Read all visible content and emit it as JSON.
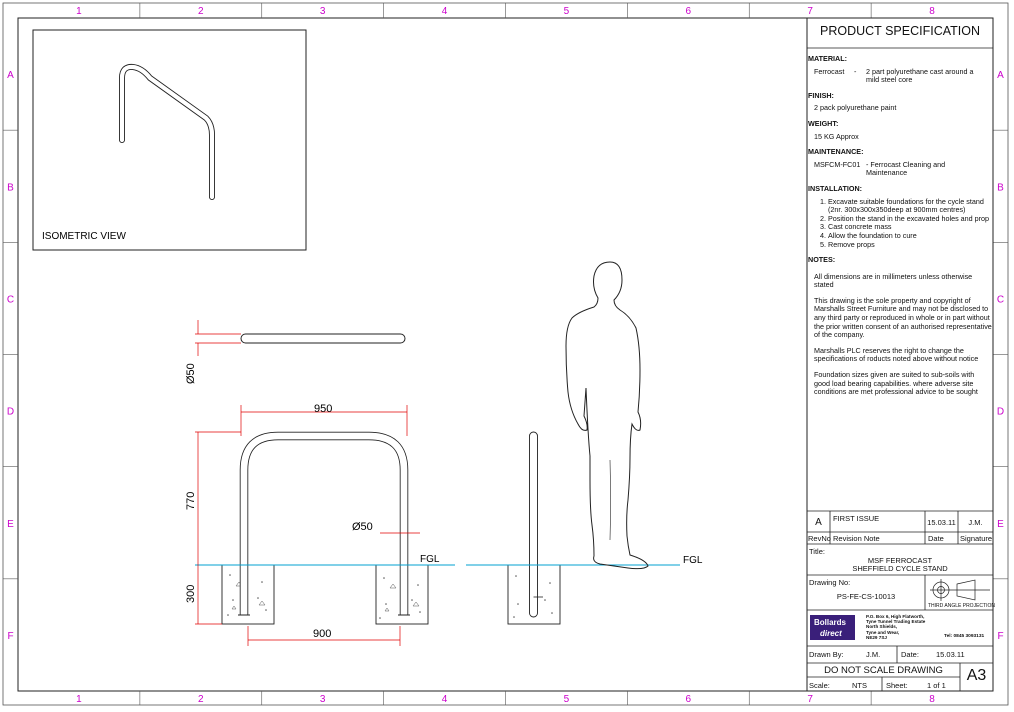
{
  "grid": {
    "columns": [
      "1",
      "2",
      "3",
      "4",
      "5",
      "6",
      "7",
      "8"
    ],
    "rows": [
      "A",
      "B",
      "C",
      "D",
      "E",
      "F"
    ],
    "color": "#cc00cc"
  },
  "spec": {
    "title": "PRODUCT SPECIFICATION",
    "material_heading": "MATERIAL:",
    "material_name": "Ferrocast",
    "material_dash": "-",
    "material_desc": "2 part polyurethane cast around a mild steel core",
    "finish_heading": "FINISH:",
    "finish_text": "2 pack polyurethane paint",
    "weight_heading": "WEIGHT:",
    "weight_text": "15 KG Approx",
    "maintenance_heading": "MAINTENANCE:",
    "maintenance_code": "MSFCM-FC01",
    "maintenance_desc": "- Ferrocast Cleaning and Maintenance",
    "installation_heading": "INSTALLATION:",
    "installation_steps": [
      "Excavate suitable foundations for the cycle stand (2nr. 300x300x350deep at 900mm centres)",
      "Position the stand in the excavated holes and prop",
      "Cast concrete mass",
      "Allow the foundation to cure",
      "Remove props"
    ],
    "notes_heading": "NOTES:",
    "notes": [
      "All dimensions are in millimeters unless otherwise stated",
      "This drawing is the sole property and copyright of Marshalls Street Furniture and may not be disclosed to any third party or reproduced in whole or in part without the prior written consent of an authorised representative of the company.",
      "Marshalls PLC reserves the right to change the specifications of roducts noted above without notice",
      "Foundation sizes given are suited to sub-soils with good load bearing capabilities. where adverse site conditions are met professional advice to be sought"
    ]
  },
  "views": {
    "isometric_label": "ISOMETRIC VIEW",
    "dim_tube_dia": "Ø50",
    "dim_width": "950",
    "dim_height": "770",
    "dim_depth": "300",
    "dim_centres": "900",
    "dim_leg_dia": "Ø50",
    "fgl_front": "FGL",
    "fgl_side": "FGL"
  },
  "title_block": {
    "rev_letter": "A",
    "rev_note": "FIRST ISSUE",
    "rev_date": "15.03.11",
    "rev_sig": "J.M.",
    "hdr_rev": "RevNo",
    "hdr_note": "Revision Note",
    "hdr_date": "Date",
    "hdr_sig": "Signature",
    "title_label": "Title:",
    "title_line1": "MSF FERROCAST",
    "title_line2": "SHEFFIELD CYCLE STAND",
    "drawing_no_label": "Drawing No:",
    "drawing_no": "PS-FE-CS-10013",
    "projection": "THIRD ANGLE PROJECTION",
    "logo_line1": "Bollards",
    "logo_line2": "direct",
    "address_lines": [
      "P.O. Box 6, High Flatworth,",
      "Tyne Tunnel Trading Estate",
      "North Shields,",
      "Tyne and Wear,",
      "NE29 7SJ"
    ],
    "tel": "Tel: 0845 3093131",
    "drawn_by_label": "Drawn By:",
    "drawn_by": "J.M.",
    "date_label": "Date:",
    "date": "15.03.11",
    "do_not_scale": "DO NOT SCALE DRAWING",
    "scale_label": "Scale:",
    "scale": "NTS",
    "sheet_label": "Sheet:",
    "sheet": "1 of 1",
    "size": "A3"
  },
  "colors": {
    "dimension": "#e00000",
    "ground": "#00a0d0",
    "grid": "#cc00cc"
  }
}
